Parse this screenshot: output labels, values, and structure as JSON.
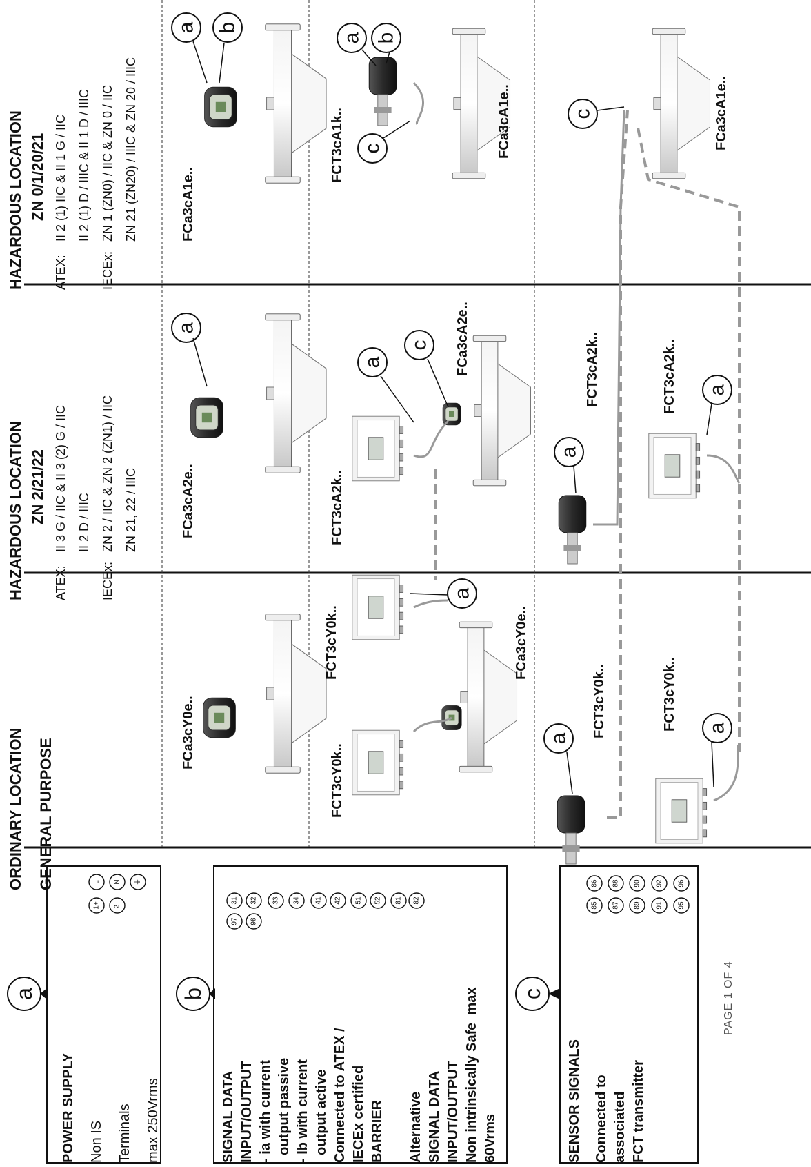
{
  "legend": [
    {
      "id": "a",
      "title": "POWER SUPPLY",
      "lines": [
        "Non IS",
        "Terminals",
        "max 250Vrms"
      ],
      "terminals": [
        "1+",
        "2-",
        "L",
        "N",
        "⏚"
      ]
    },
    {
      "id": "b",
      "title": "SIGNAL DATA\nINPUT/OUTPUT",
      "lines": [
        "- ia with current\n  output passive",
        "- Ib with current\n  output active",
        "Connected to ATEX /\nIECEx certified\nBARRIER",
        "Alternative\nSIGNAL DATA\nINPUT/OUTPUT\nNon intrinsically Safe  max\n60Vrms"
      ],
      "terminals": [
        "97",
        "98",
        "31",
        "32",
        "33",
        "34",
        "41",
        "42",
        "51",
        "52",
        "81",
        "82"
      ]
    },
    {
      "id": "c",
      "title": "SENSOR SIGNALS",
      "lines": [
        "Connected to\nassociated\nFCT transmitter"
      ],
      "terminals": [
        "85",
        "86",
        "87",
        "88",
        "89",
        "90",
        "91",
        "92",
        "95",
        "96"
      ]
    }
  ],
  "page": "PAGE 1 OF 4",
  "columns": {
    "ordinary": {
      "title": "ORDINARY LOCATION",
      "subtitle": "GENERAL PURPOSE"
    },
    "zn2": {
      "title": "HAZARDOUS LOCATION",
      "subtitle": "ZN 2/21/22",
      "atex_label": "ATEX:",
      "atex": [
        "II 3 G / IIC & II 3 (2) G / IIC",
        "II 2 D / IIIC"
      ],
      "iecex_label": "IECEx:",
      "iecex": [
        "ZN 2 / IIC & ZN 2 (ZN1) / IIC",
        "ZN 21, 22 / IIIC"
      ]
    },
    "zn0": {
      "title": "HAZARDOUS LOCATION",
      "subtitle": "ZN 0/1/20/21",
      "atex_label": "ATEX:",
      "atex": [
        "II 2 (1)  IIC & II 1 G / IIC",
        "II 2 (1) D / IIIC & II 1 D / IIIC"
      ],
      "iecex_label": "IECEx:",
      "iecex": [
        "ZN 1 (ZN0)  / IIC  & ZN 0 / IIC",
        "ZN 21 (ZN20) / IIIC & ZN 20 / IIIC"
      ]
    }
  },
  "models": {
    "r1_ord": "FCa3cY0e..",
    "r1_zn2": "FCa3cA2e..",
    "r1_zn0": "FCa3cA1e..",
    "r2_ord_tx1": "FCT3cY0k..",
    "r2_ord_tx2": "FCT3cY0k..",
    "r2_ord_sensor": "FCa3cY0e..",
    "r2_zn2_tx": "FCT3cA2k..",
    "r2_zn2_sensor": "FCa3cA2e..",
    "r2_zn0_tx": "FCT3cA1k..",
    "r2_zn0_sensor": "FCa3cA1e..",
    "r3_ord_tx": "FCT3cY0k..",
    "r3_zn2_tx": "FCT3cA2k..",
    "r4_ord_tx": "FCT3cY0k..",
    "r4_zn2_tx": "FCT3cA2k..",
    "r4_zn0_sensor": "FCa3cA1e.."
  },
  "callout_letters": {
    "a": "a",
    "b": "b",
    "c": "c"
  }
}
